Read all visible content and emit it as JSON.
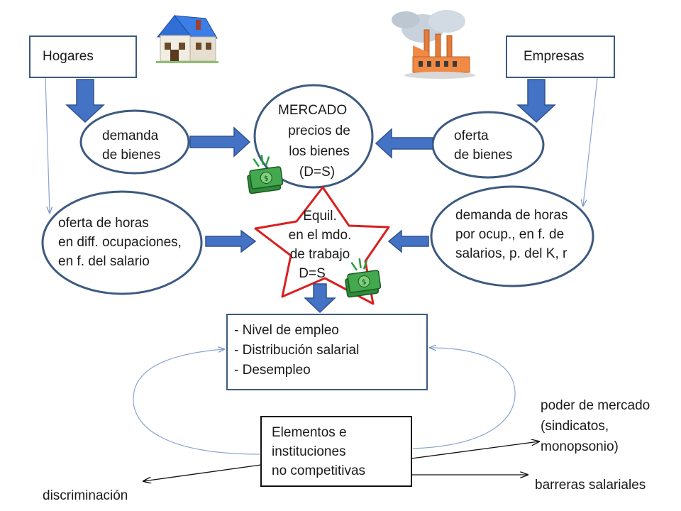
{
  "nodes": {
    "hogares": "Hogares",
    "empresas": "Empresas",
    "mercado_bienes": [
      "MERCADO",
      "precios de",
      "los bienes",
      "(D=S)"
    ],
    "demanda_bienes": [
      "demanda",
      "de bienes"
    ],
    "oferta_bienes": [
      "oferta",
      "de bienes"
    ],
    "oferta_horas": [
      "oferta de horas",
      "en diff. ocupaciones,",
      "en f. del salario"
    ],
    "demanda_horas": [
      "demanda de horas",
      "por ocup., en f. de",
      "salarios, p. del K, r"
    ],
    "equilibrio": [
      "Equil.",
      "en el mdo.",
      "de trabajo",
      "D=S"
    ],
    "resultados": [
      "- Nivel de empleo",
      "- Distribución salarial",
      "- Desempleo"
    ],
    "elementos": [
      "Elementos e",
      "instituciones",
      "no competitivas"
    ],
    "poder_mercado": [
      "poder de mercado",
      "(sindicatos,",
      "monopsonio)"
    ],
    "barreras": "barreras salariales",
    "discriminacion": "discriminación"
  },
  "icons": {
    "house": "house-icon",
    "factory": "factory-icon",
    "money": "money-bills-icon"
  },
  "colors": {
    "node_border": "#3d5a80",
    "block_arrow": "#4472c4",
    "block_arrow_border": "#2f528f",
    "star_border": "#d92020",
    "thin_arrow": "#8aa4d0",
    "black": "#111111"
  }
}
